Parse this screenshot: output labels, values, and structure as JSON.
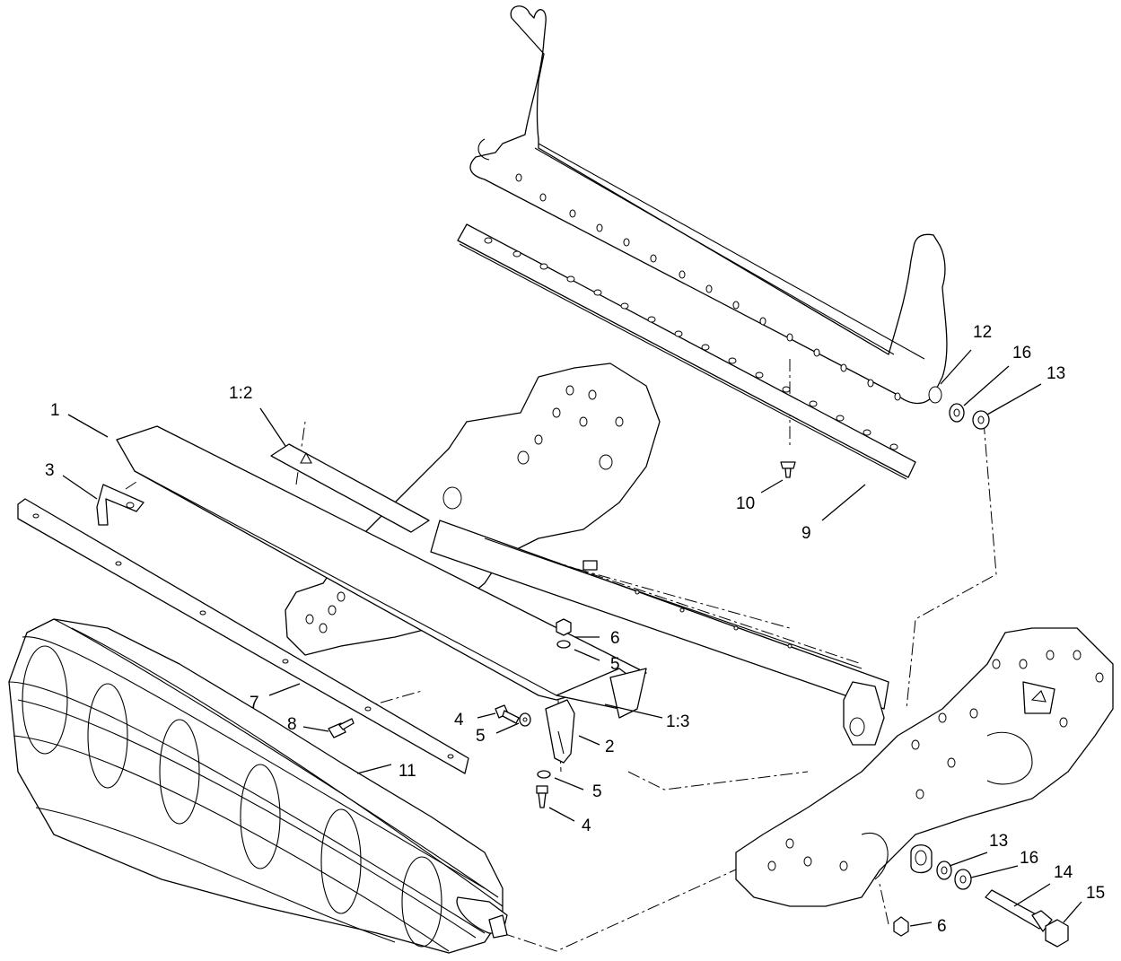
{
  "callouts": {
    "c1": "1",
    "c1_2": "1:2",
    "c1_3": "1:3",
    "c2": "2",
    "c3": "3",
    "c4a": "4",
    "c4b": "4",
    "c5a": "5",
    "c5b": "5",
    "c5c": "5",
    "c6a": "6",
    "c6b": "6",
    "c7": "7",
    "c8": "8",
    "c9": "9",
    "c10": "10",
    "c11": "11",
    "c12": "12",
    "c13a": "13",
    "c13b": "13",
    "c14": "14",
    "c15": "15",
    "c16a": "16",
    "c16b": "16"
  }
}
